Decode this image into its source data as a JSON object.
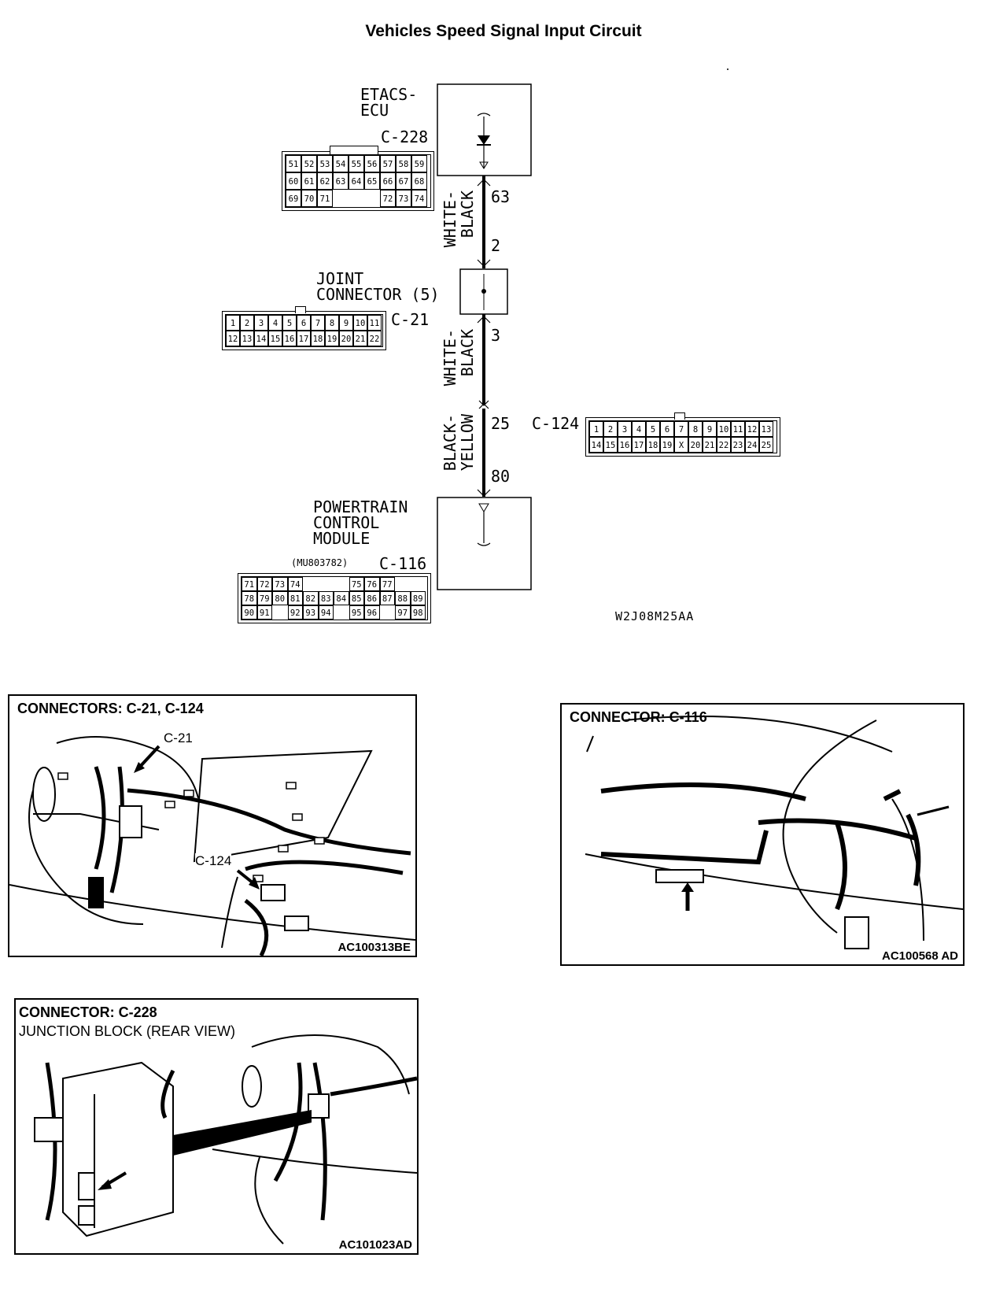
{
  "title": "Vehicles Speed Signal Input Circuit",
  "etacs": {
    "name_line1": "ETACS-",
    "name_line2": "ECU",
    "connector": "C-228",
    "rows": [
      [
        "51",
        "52",
        "53",
        "54",
        "55",
        "56",
        "57",
        "58",
        "59"
      ],
      [
        "60",
        "61",
        "62",
        "63",
        "64",
        "65",
        "66",
        "67",
        "68"
      ],
      [
        "69",
        "70",
        "71",
        "",
        "",
        "",
        "72",
        "73",
        "74"
      ]
    ]
  },
  "wire1": {
    "color_line1": "WHITE-",
    "color_line2": "BLACK",
    "pin_top": "63",
    "pin_bottom": "2"
  },
  "joint": {
    "name_line1": "JOINT",
    "name_line2": "CONNECTOR (5)",
    "connector": "C-21",
    "rows": [
      [
        "1",
        "2",
        "3",
        "4",
        "5",
        "6",
        "7",
        "8",
        "9",
        "10",
        "11"
      ],
      [
        "12",
        "13",
        "14",
        "15",
        "16",
        "17",
        "18",
        "19",
        "20",
        "21",
        "22"
      ]
    ]
  },
  "wire2": {
    "color_line1": "WHITE-",
    "color_line2": "BLACK",
    "pin_top": "3"
  },
  "wire3": {
    "color_line1": "BLACK-",
    "color_line2": "YELLOW",
    "pin_top": "25",
    "pin_bottom": "80"
  },
  "c124": {
    "connector": "C-124",
    "rows": [
      [
        "1",
        "2",
        "3",
        "4",
        "5",
        "6",
        "7",
        "8",
        "9",
        "10",
        "11",
        "12",
        "13"
      ],
      [
        "14",
        "15",
        "16",
        "17",
        "18",
        "19",
        "X",
        "20",
        "21",
        "22",
        "23",
        "24",
        "25"
      ]
    ]
  },
  "pcm": {
    "name_line1": "POWERTRAIN",
    "name_line2": "CONTROL",
    "name_line3": "MODULE",
    "part": "(MU803782)",
    "connector": "C-116",
    "rows": [
      [
        "71",
        "72",
        "73",
        "74",
        "",
        "",
        "",
        "75",
        "76",
        "77"
      ],
      [
        "78",
        "79",
        "80",
        "81",
        "82",
        "83",
        "84",
        "85",
        "86",
        "87",
        "88",
        "89"
      ],
      [
        "90",
        "91",
        "",
        "92",
        "93",
        "94",
        "",
        "95",
        "96",
        "",
        "97",
        "98"
      ]
    ]
  },
  "diagram_code": "W2J08M25AA",
  "photos": {
    "p1": {
      "title": "CONNECTORS: C-21, C-124",
      "callout1": "C-21",
      "callout2": "C-124",
      "code": "AC100313BE"
    },
    "p2": {
      "title": "CONNECTOR: C-116",
      "code": "AC100568 AD"
    },
    "p3": {
      "title": "CONNECTOR: C-228",
      "subtitle": "JUNCTION BLOCK (REAR VIEW)",
      "code": "AC101023AD"
    }
  }
}
